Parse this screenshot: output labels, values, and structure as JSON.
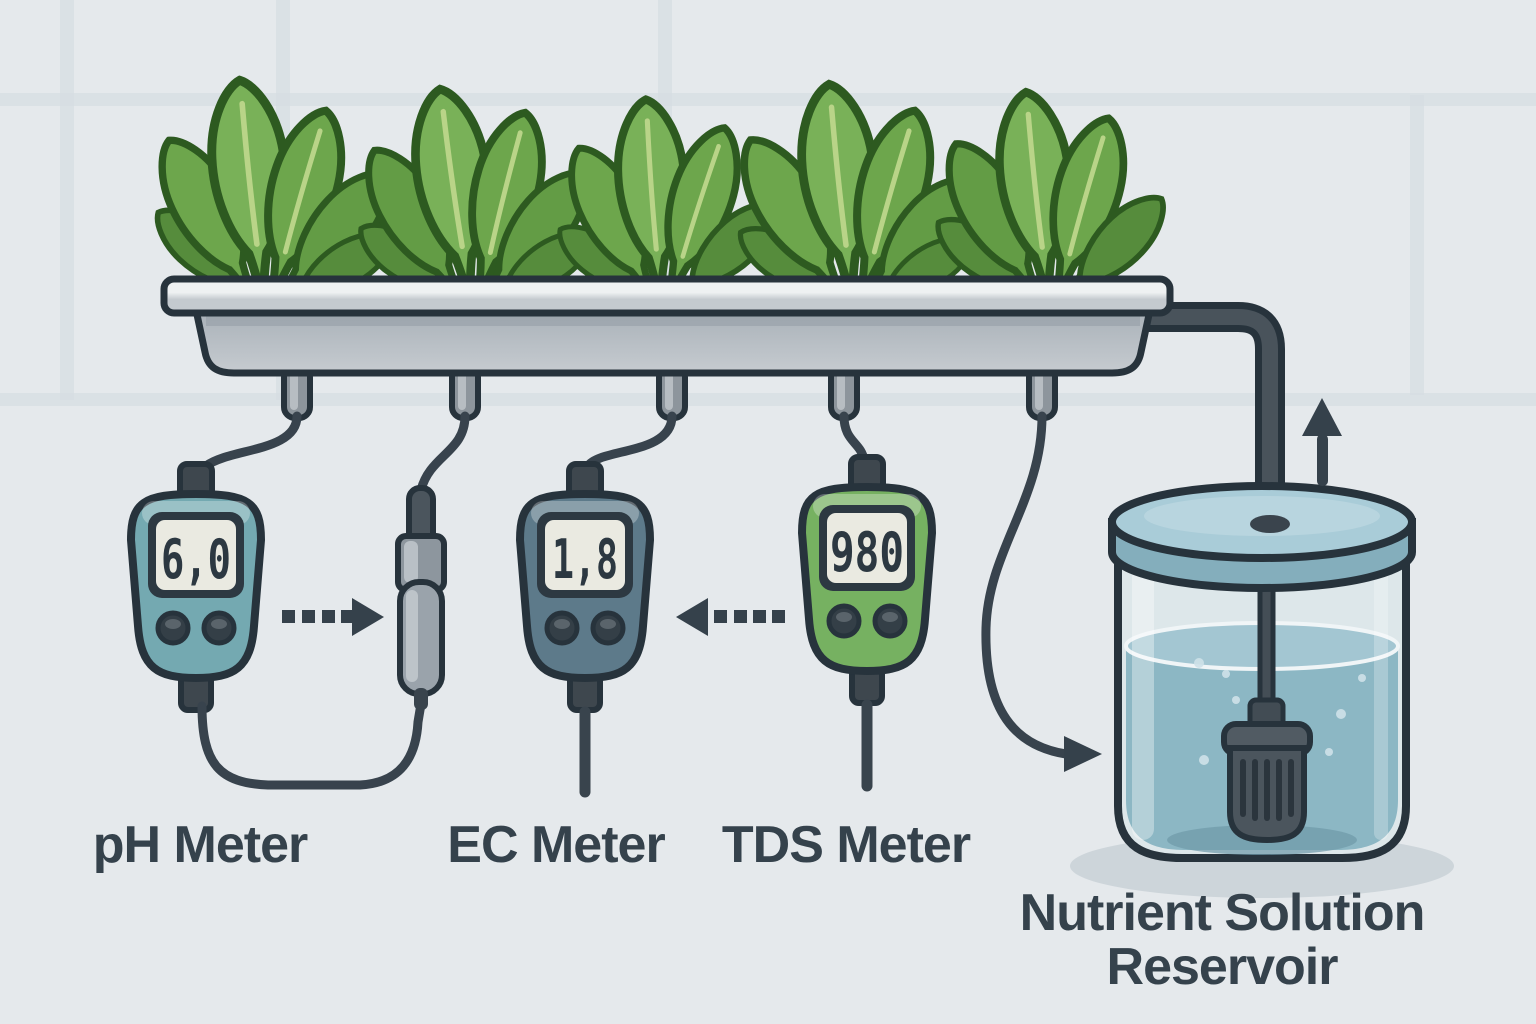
{
  "meters": [
    {
      "name": "pH Meter",
      "reading": "6,0",
      "body_color": "#74a9b1"
    },
    {
      "name": "EC Meter",
      "reading": "1,8",
      "body_color": "#5d7a8a"
    },
    {
      "name": "TDS Meter",
      "reading": "980",
      "body_color": "#76b161"
    }
  ],
  "reservoir": {
    "label_lines": [
      "Nutrient Solution",
      "Reservoir"
    ],
    "water_color": "#8cb7c4",
    "lid_color": "#a9ccd8"
  },
  "display": {
    "screen_color": "#eaeae1",
    "digit_color": "#2c3841"
  },
  "plants": {
    "count": 5,
    "leaf_color": "#6da64c"
  },
  "icons": {
    "ph_to_probe": "dashed-arrow-right-icon",
    "tds_to_ec": "dashed-arrow-left-icon",
    "pump_flow": "arrow-up-icon",
    "wire_to_reservoir": "curved-arrow-right-icon"
  },
  "text_color": "#35424c"
}
